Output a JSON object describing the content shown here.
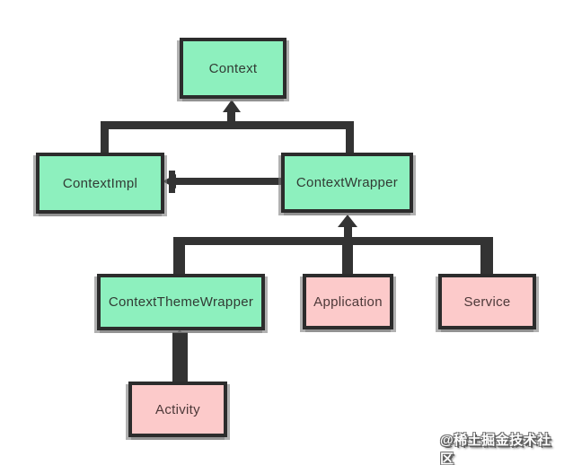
{
  "diagram": {
    "type": "class-hierarchy",
    "colors": {
      "green_fill": "#8df0be",
      "pink_fill": "#fccaca",
      "box_border": "#2c2c2c",
      "connector": "#333333",
      "sketch_shadow": "#7d7d7d",
      "background": "#ffffff"
    },
    "nodes": {
      "context": {
        "label": "Context",
        "color": "green"
      },
      "context_impl": {
        "label": "ContextImpl",
        "color": "green"
      },
      "context_wrapper": {
        "label": "ContextWrapper",
        "color": "green"
      },
      "context_theme_wrapper": {
        "label": "ContextThemeWrapper",
        "color": "green"
      },
      "application": {
        "label": "Application",
        "color": "pink"
      },
      "service": {
        "label": "Service",
        "color": "pink"
      },
      "activity": {
        "label": "Activity",
        "color": "pink"
      }
    },
    "edges": [
      {
        "from": "context_impl",
        "to": "context",
        "arrow_at": "context-bottom"
      },
      {
        "from": "context_wrapper",
        "to": "context",
        "arrow_at": "context-bottom"
      },
      {
        "from": "context_wrapper",
        "to": "context_impl",
        "arrow_at": "context_impl-right"
      },
      {
        "from": "context_theme_wrapper",
        "to": "context_wrapper",
        "arrow_at": "context_wrapper-bottom"
      },
      {
        "from": "application",
        "to": "context_wrapper",
        "arrow_at": "context_wrapper-bottom"
      },
      {
        "from": "service",
        "to": "context_wrapper",
        "arrow_at": "context_wrapper-bottom"
      },
      {
        "from": "activity",
        "to": "context_theme_wrapper",
        "arrow_at": "context_theme_wrapper-bottom"
      }
    ]
  },
  "watermark": {
    "text": "@稀土掘金技术社区"
  }
}
